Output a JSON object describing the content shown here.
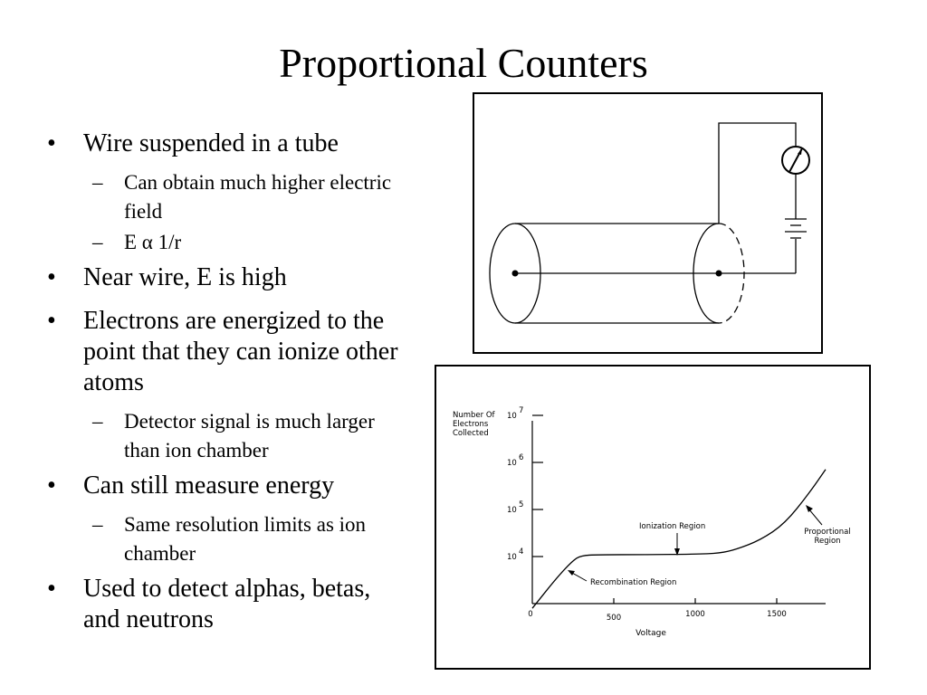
{
  "slide": {
    "title": "Proportional Counters"
  },
  "bullets": [
    {
      "text": "Wire suspended in a tube",
      "subs": [
        "Can obtain much higher electric field",
        "E α 1/r"
      ]
    },
    {
      "text": "Near wire, E is high",
      "subs": []
    },
    {
      "text": "Electrons are energized to the point that they can ionize other atoms",
      "subs": [
        "Detector signal is much larger than ion chamber"
      ]
    },
    {
      "text": "Can still measure energy",
      "subs": [
        "Same resolution limits as ion chamber"
      ]
    },
    {
      "text": "Used to detect alphas, betas, and neutrons",
      "subs": []
    }
  ],
  "symbols": {
    "bullet": "•",
    "dash": "–"
  },
  "chart_data": {
    "type": "line",
    "ylabel": "Number Of Electrons Collected",
    "xlabel": "Voltage",
    "x_ticks": [
      "0",
      "500",
      "1000",
      "1500"
    ],
    "y_ticks": [
      {
        "base": "10",
        "exp": "7"
      },
      {
        "base": "10",
        "exp": "6"
      },
      {
        "base": "10",
        "exp": "5"
      },
      {
        "base": "10",
        "exp": "4"
      }
    ],
    "annotations": [
      {
        "label": "Ionization Region"
      },
      {
        "label": "Recombination Region"
      },
      {
        "label_lines": [
          "Proportional",
          "Region"
        ]
      }
    ],
    "series": [
      {
        "x": [
          0,
          150,
          250,
          300,
          400,
          700,
          1000,
          1150,
          1250,
          1400,
          1550,
          1700,
          1800
        ],
        "y": [
          2.9,
          3.55,
          3.92,
          4.02,
          4.04,
          4.04,
          4.05,
          4.07,
          4.15,
          4.35,
          4.7,
          5.35,
          5.85
        ]
      }
    ]
  }
}
